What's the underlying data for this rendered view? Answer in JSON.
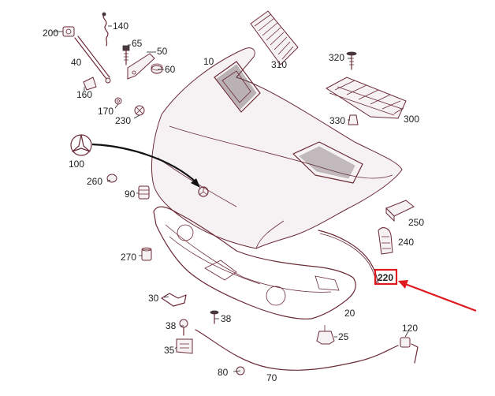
{
  "diagram": {
    "part_labels": {
      "p200": "200",
      "p140": "140",
      "p40": "40",
      "p65": "65",
      "p50": "50",
      "p60": "60",
      "p10": "10",
      "p310": "310",
      "p320": "320",
      "p300": "300",
      "p330": "330",
      "p160": "160",
      "p170": "170",
      "p230": "230",
      "p100": "100",
      "p260": "260",
      "p90": "90",
      "p250": "250",
      "p240": "240",
      "p270": "270",
      "p220": "220",
      "p30": "30",
      "p38a": "38",
      "p38b": "38",
      "p20": "20",
      "p120": "120",
      "p25": "25",
      "p35": "35",
      "p80": "80",
      "p70": "70"
    },
    "highlight": {
      "part": "220",
      "color": "#e0191e"
    },
    "colors": {
      "line": "#6b2a36",
      "label": "#222222",
      "highlight": "#e0191e"
    }
  }
}
